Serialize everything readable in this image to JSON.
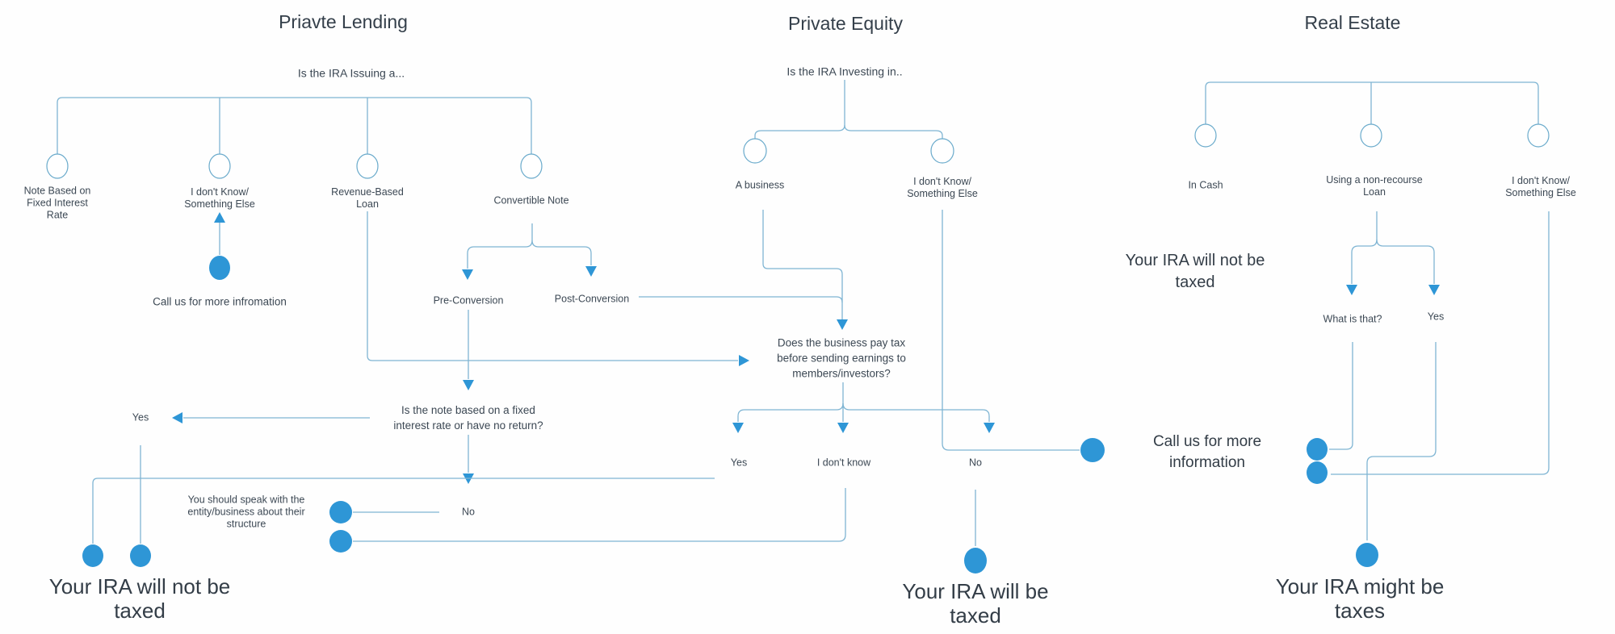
{
  "colors": {
    "accent_fill": "#2e96d6",
    "connector_line": "#7fb5d3",
    "node_stroke": "#69aacb",
    "label_text": "#3c4854",
    "statement_text": "#333d47",
    "background": "#fefefe"
  },
  "sections": {
    "private_lending": {
      "title": "Priavte Lending",
      "question": "Is the IRA Issuing a...",
      "options": {
        "note_based": "Note Based on\nFixed Interest\nRate",
        "dont_know": "I don't Know/\nSomething Else",
        "revenue": "Revenue-Based\nLoan",
        "convertible": "Convertible Note"
      },
      "call_us": "Call us for more infromation",
      "pre_conversion": "Pre-Conversion",
      "post_conversion": "Post-Conversion",
      "note_question": "Is the note based on a fixed\ninterest rate or have no return?",
      "yes": "Yes",
      "no": "No",
      "speak": "You should speak with the\nentity/business about their\nstructure",
      "outcome": "Your IRA will not be\ntaxed"
    },
    "private_equity": {
      "title": "Private Equity",
      "question": "Is the IRA Investing in..",
      "options": {
        "business": "A business",
        "dont_know": "I don't Know/\nSomething Else"
      },
      "tax_question": "Does the business pay tax\nbefore sending earnings to\nmembers/investors?",
      "yes": "Yes",
      "dont_know_answer": "I don't know",
      "no": "No",
      "outcome": "Your IRA will be\ntaxed"
    },
    "real_estate": {
      "title": "Real Estate",
      "options": {
        "cash": "In Cash",
        "loan": "Using a non-recourse\nLoan",
        "dont_know": "I don't Know/\nSomething Else"
      },
      "cash_outcome": "Your IRA will not be\ntaxed",
      "what_is_that": "What is that?",
      "yes": "Yes",
      "call_us": "Call us for more\ninformation",
      "outcome": "Your IRA might be\ntaxes"
    }
  }
}
